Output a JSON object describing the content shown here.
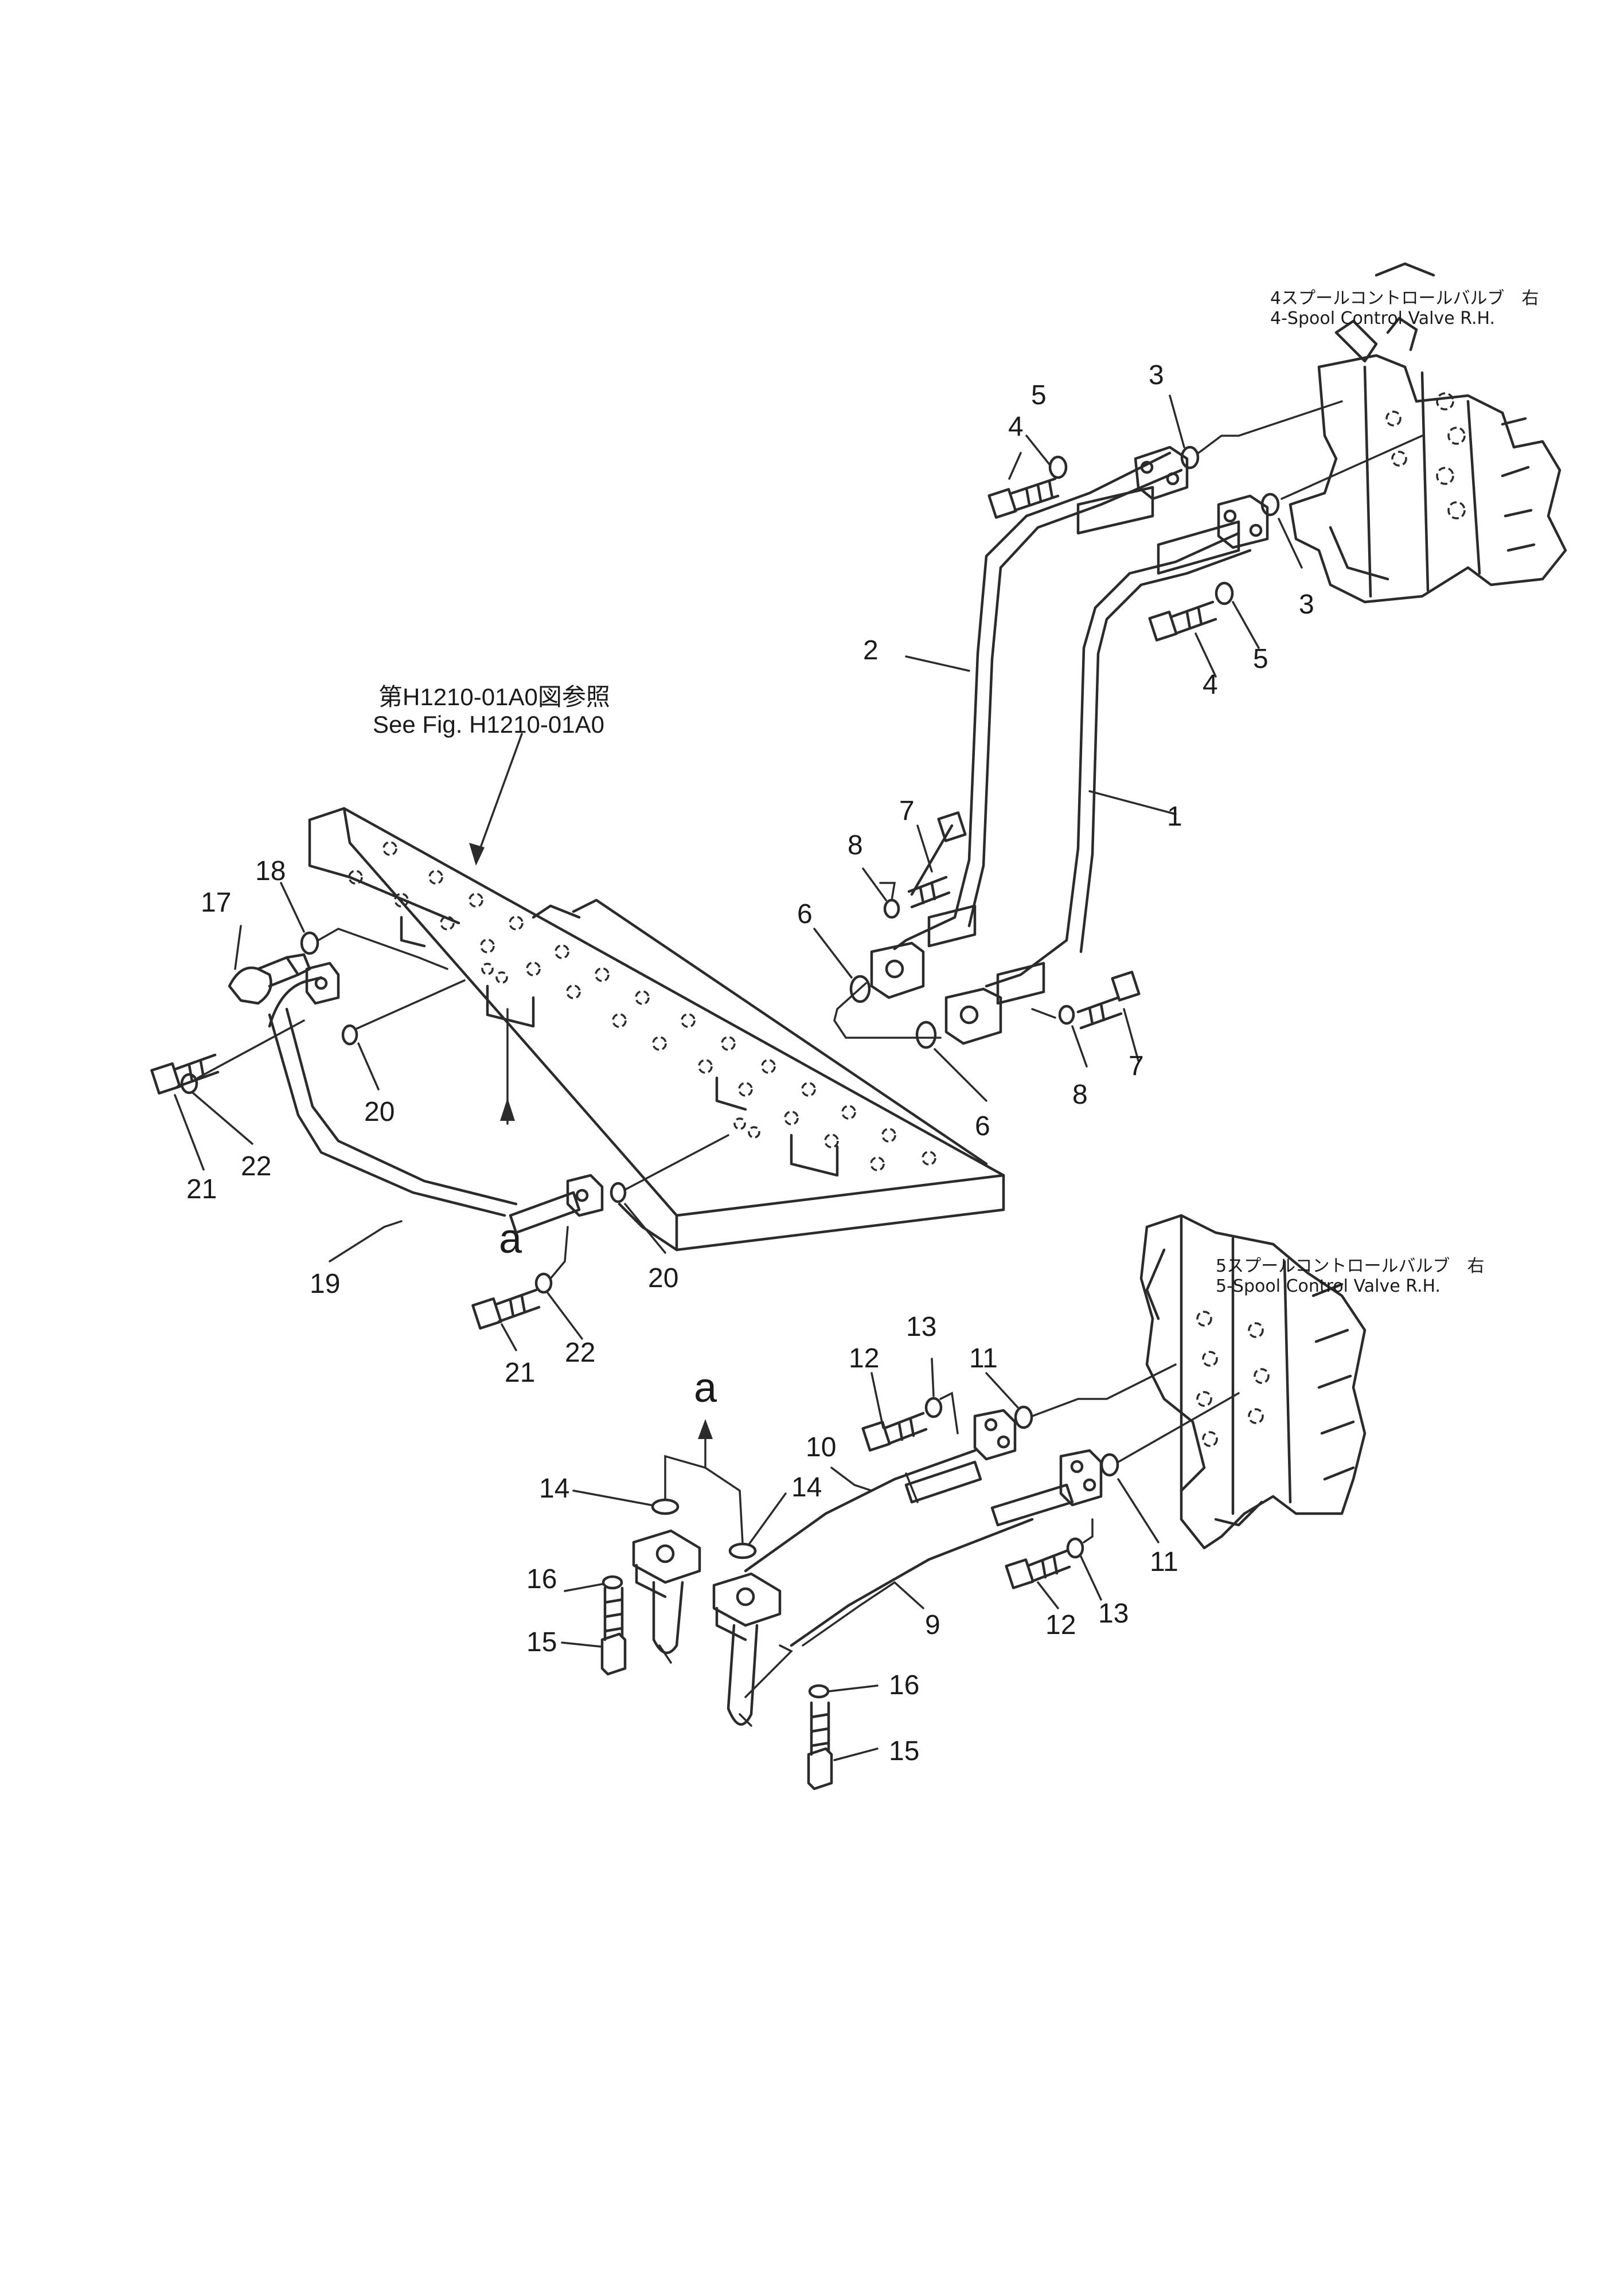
{
  "reference_note": {
    "jp": "第H1210-01A0図参照",
    "en": "See Fig. H1210-01A0"
  },
  "valve_upper": {
    "jp": "4スプールコントロールバルブ　右",
    "en": "4-Spool  Control  Valve  R.H."
  },
  "valve_lower": {
    "jp": "5スプールコントロールバルブ　右",
    "en": "5-Spool  Control  Valve  R.H."
  },
  "view_marks": [
    "a",
    "a"
  ],
  "callouts": [
    "1",
    "2",
    "3",
    "3",
    "4",
    "4",
    "5",
    "5",
    "6",
    "6",
    "7",
    "7",
    "8",
    "8",
    "9",
    "10",
    "11",
    "11",
    "12",
    "12",
    "13",
    "13",
    "14",
    "14",
    "15",
    "15",
    "16",
    "16",
    "17",
    "18",
    "19",
    "20",
    "20",
    "21",
    "21",
    "22",
    "22"
  ]
}
